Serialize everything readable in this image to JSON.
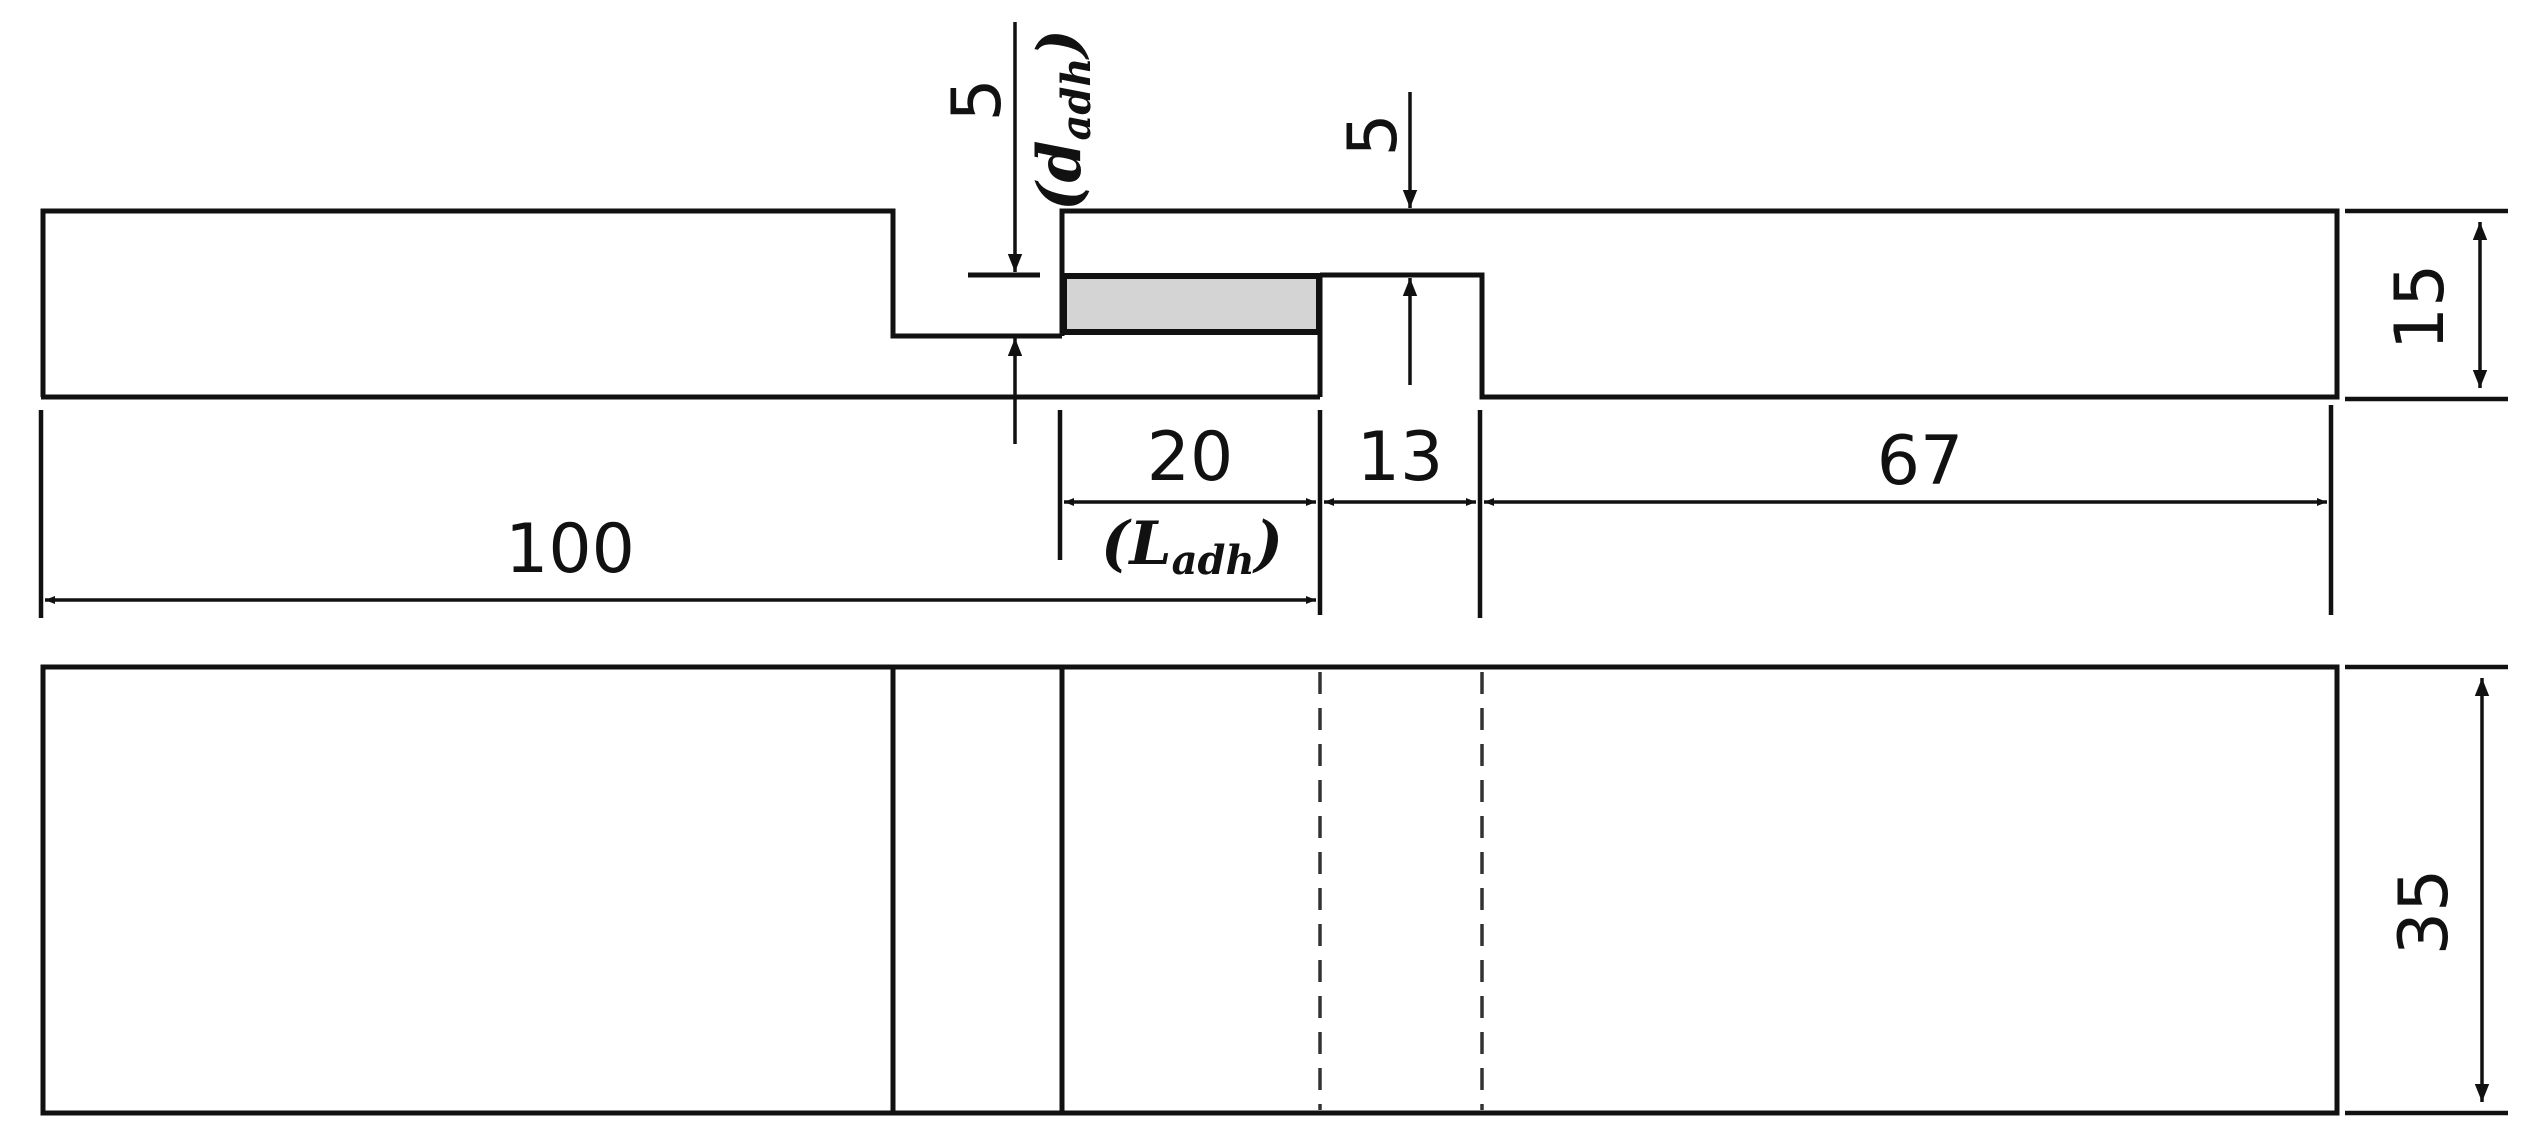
{
  "dimensions": {
    "total_left": "100",
    "adhesive_length": "20",
    "gap": "13",
    "right_overhang": "67",
    "height": "15",
    "width": "35",
    "step_top": "5",
    "step_left": "5"
  },
  "symbols": {
    "adhesive_length": {
      "base": "L",
      "subscript": "adh"
    },
    "adhesive_depth": {
      "base": "d",
      "subscript": "adh"
    }
  },
  "colors": {
    "line": "#111111",
    "adhesive_fill": "#d4d4d4",
    "background": "#ffffff"
  }
}
